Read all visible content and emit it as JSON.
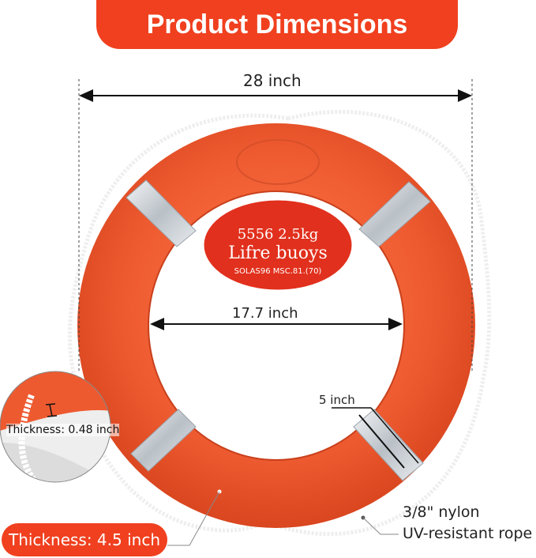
{
  "header": {
    "title": "Product Dimensions"
  },
  "dimensions": {
    "outer_diameter": "28 inch",
    "inner_diameter": "17.7 inch",
    "ring_width": "5 inch",
    "thickness_label": "Thickness: 4.5 inch",
    "shell_thickness": "Thickness: 0.48 inch"
  },
  "label": {
    "line1": "5556 2.5kg",
    "line2": "Lifre buoys",
    "line3": "SOLAS96 MSC.81.(70)"
  },
  "rope": {
    "line1": "3/8\" nylon",
    "line2": "UV-resistant rope"
  },
  "colors": {
    "brand": "#f0401f",
    "ring": "#ee5a30",
    "reflective": "#c8cdd2"
  }
}
